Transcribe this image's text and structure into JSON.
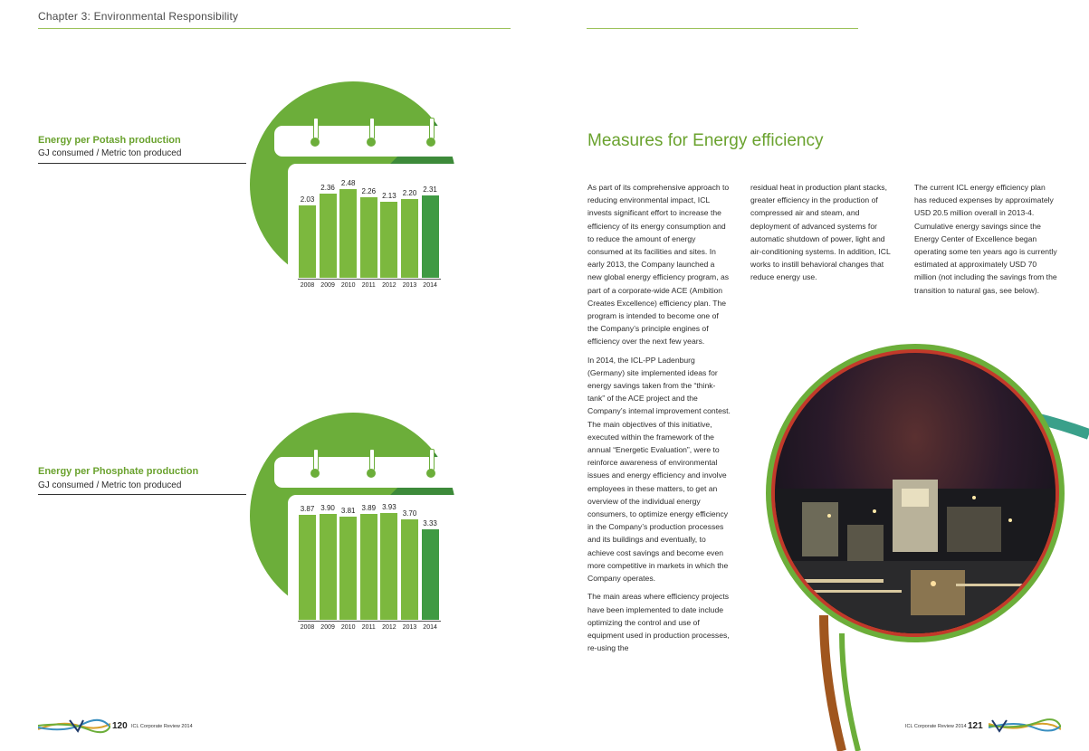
{
  "header": {
    "chapter": "Chapter 3: Environmental Responsibility"
  },
  "charts": [
    {
      "title": "Energy per Potash production",
      "subtitle": "GJ consumed / Metric ton produced",
      "years": [
        "2008",
        "2009",
        "2010",
        "2011",
        "2012",
        "2013",
        "2014"
      ],
      "value_labels": [
        "2.03",
        "2.36",
        "2.48",
        "2.26",
        "2.13",
        "2.20",
        "2.31"
      ]
    },
    {
      "title": "Energy per Phosphate production",
      "subtitle": "GJ consumed / Metric ton produced",
      "years": [
        "2008",
        "2009",
        "2010",
        "2011",
        "2012",
        "2013",
        "2014"
      ],
      "value_labels": [
        "3.87",
        "3.90",
        "3.81",
        "3.89",
        "3.93",
        "3.70",
        "3.33"
      ]
    }
  ],
  "chart_data": [
    {
      "type": "bar",
      "title": "Energy per Potash production",
      "subtitle": "GJ consumed / Metric ton produced",
      "categories": [
        "2008",
        "2009",
        "2010",
        "2011",
        "2012",
        "2013",
        "2014"
      ],
      "values": [
        2.03,
        2.36,
        2.48,
        2.26,
        2.13,
        2.2,
        2.31
      ],
      "highlight_last": true,
      "bar_color": "#7cb83e",
      "highlight_color": "#3f9a43"
    },
    {
      "type": "bar",
      "title": "Energy per Phosphate production",
      "subtitle": "GJ consumed / Metric ton produced",
      "categories": [
        "2008",
        "2009",
        "2010",
        "2011",
        "2012",
        "2013",
        "2014"
      ],
      "values": [
        3.87,
        3.9,
        3.81,
        3.89,
        3.93,
        3.7,
        3.33
      ],
      "highlight_last": true,
      "bar_color": "#7cb83e",
      "highlight_color": "#3f9a43"
    }
  ],
  "article": {
    "heading": "Measures for Energy efficiency",
    "col1": [
      "As part of its comprehensive approach to reducing environmental impact, ICL invests significant effort to increase the efficiency of its energy consumption and to reduce the amount of energy consumed at its facilities and sites. In early 2013, the Company launched a new global energy efficiency program, as part of a corporate-wide ACE (Ambition Creates Excellence) efficiency plan. The program is intended to become one of the Company’s principle engines of efficiency over the next few years.",
      "In 2014, the ICL-PP Ladenburg (Germany) site implemented ideas for energy savings taken from the “think-tank” of the ACE project and the Company’s internal improvement contest. The main objectives of this initiative, executed within the framework of the annual “Energetic Evaluation”, were to reinforce awareness of environmental issues and energy efficiency and involve employees in these matters, to get an overview of the individual energy consumers, to optimize energy efficiency in the Company’s production processes and its buildings and eventually, to achieve cost savings and become even more competitive in markets in which the Company operates.",
      "The main areas where efficiency projects have been implemented to date include optimizing the control and use of equipment used in production processes, re-using the"
    ],
    "col2": [
      "residual heat in production plant stacks, greater efficiency in the production of compressed air and steam, and deployment of advanced systems for automatic shutdown of power, light and air-conditioning systems. In addition, ICL works to instill behavioral changes that reduce energy use."
    ],
    "col3": [
      "The current ICL energy efficiency plan has reduced expenses by approximately USD 20.5 million overall in 2013-4. Cumulative energy savings since the Energy Center of Excellence began operating some ten years ago is currently estimated at approximately USD 70 million (not including the savings from the transition to natural gas, see below)."
    ]
  },
  "footer": {
    "left_page": "120",
    "left_text": "ICL Corporate Review 2014",
    "right_text": "ICL Corporate Review 2014",
    "right_page": "121"
  },
  "icons": [
    "mountain-icon",
    "factory-icon",
    "ship-icon",
    "computer-icon"
  ],
  "colors": {
    "accent": "#6aa22e",
    "circle": "#6cae3a",
    "shadow": "#3d8a3a",
    "bar": "#7cb83e",
    "bar_highlight": "#3f9a43"
  }
}
